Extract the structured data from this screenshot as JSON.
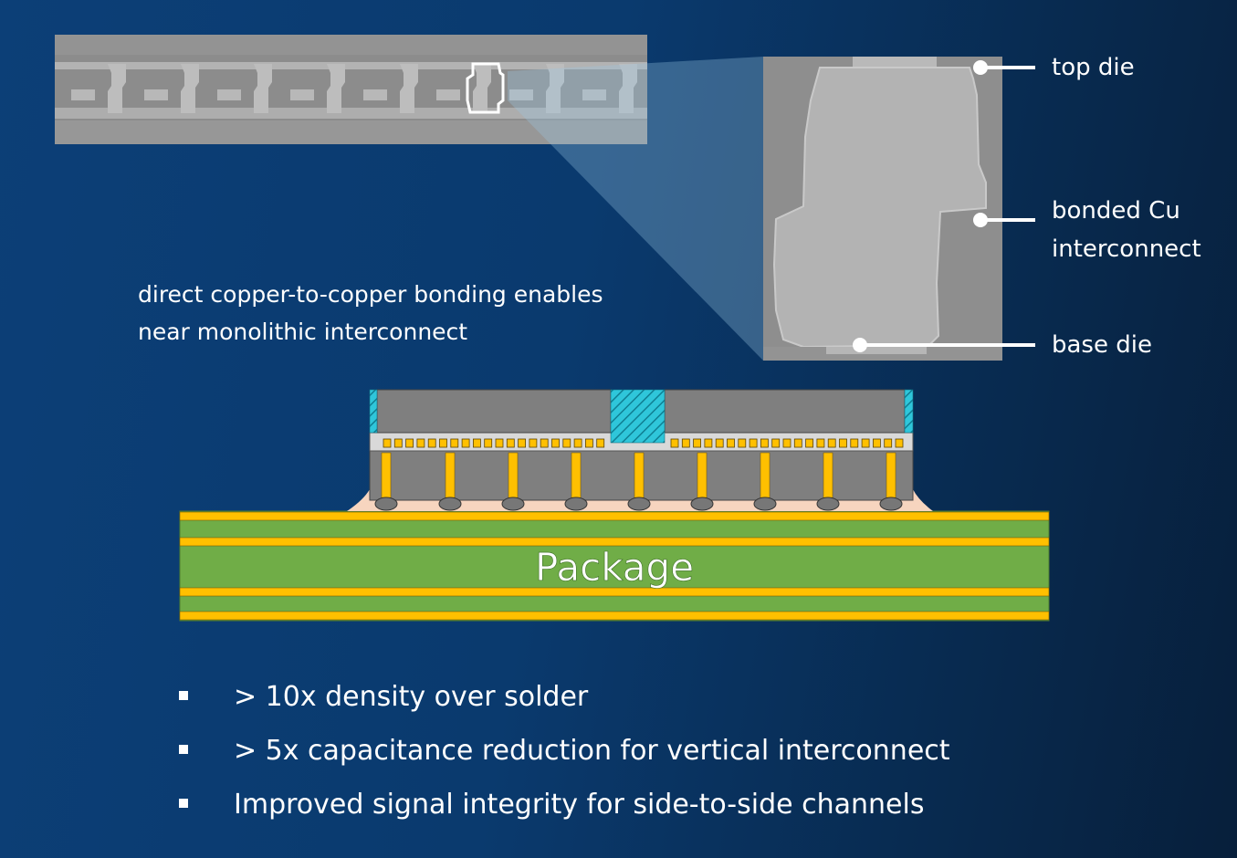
{
  "labels": {
    "top_die": "top die",
    "bonded_cu_line1": "bonded Cu",
    "bonded_cu_line2": "interconnect",
    "base_die": "base die",
    "package": "Package"
  },
  "caption": {
    "line1": "direct copper-to-copper bonding enables",
    "line2": "near monolithic interconnect"
  },
  "bullets": [
    "> 10x density over solder",
    "> 5x capacitance reduction for vertical interconnect",
    "Improved signal integrity for side-to-side channels"
  ],
  "colors": {
    "background": "#0b3d73",
    "package_green": "#70ad47",
    "trace_yellow": "#ffc000",
    "die_gray": "#7f7f7f",
    "underfill": "#f7d5bf",
    "mold_cyan": "#27c4d8",
    "micrograph_gray": "#8a8a8a"
  }
}
